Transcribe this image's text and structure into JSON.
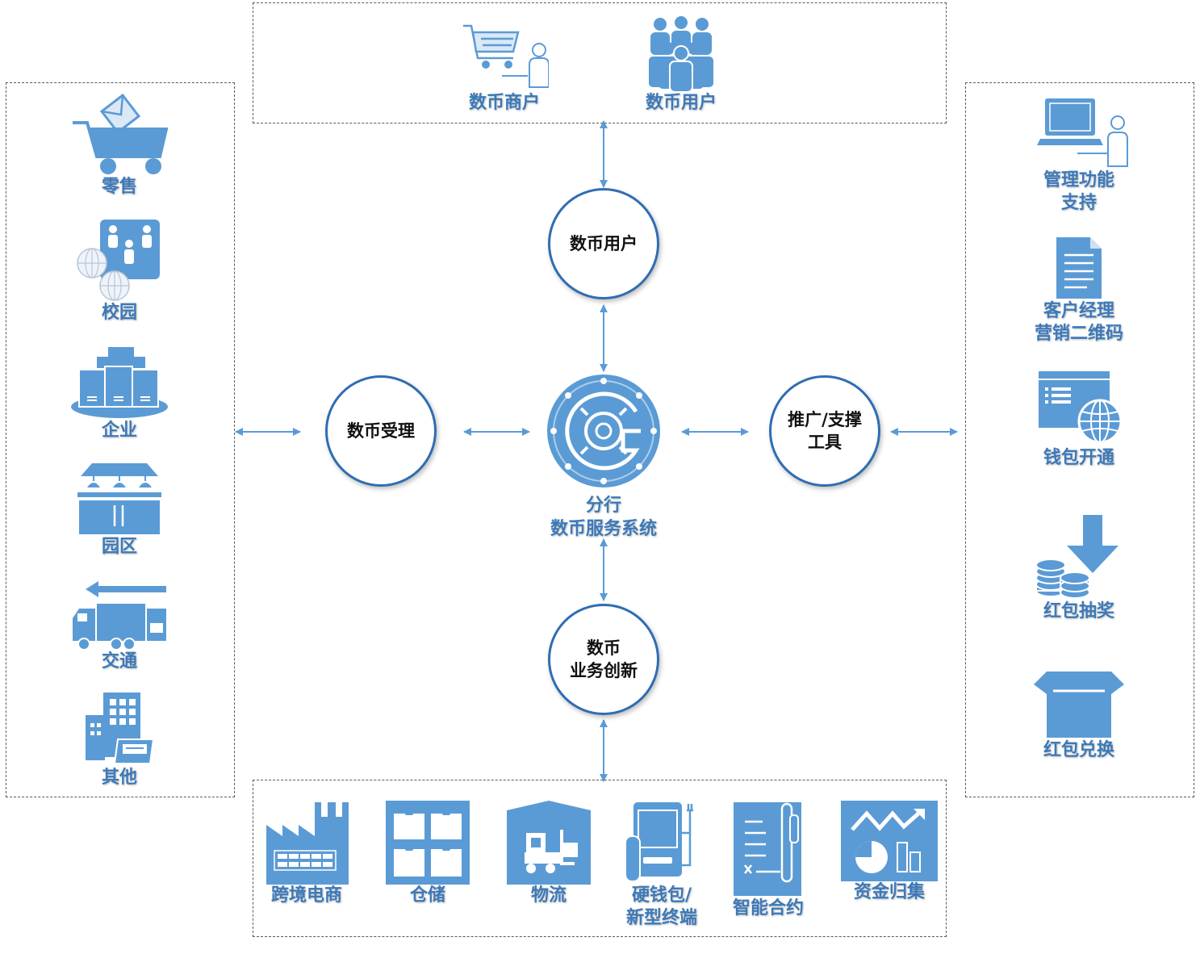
{
  "top": {
    "merchant": "数币商户",
    "users": "数币用户"
  },
  "left": {
    "items": [
      "零售",
      "校园",
      "企业",
      "园区",
      "交通",
      "其他"
    ]
  },
  "right": {
    "items": [
      [
        "管理功能",
        "支持"
      ],
      [
        "客户经理",
        "营销二维码"
      ],
      [
        "钱包开通"
      ],
      [
        "红包抽奖"
      ],
      [
        "红包兑换"
      ]
    ]
  },
  "bottom": {
    "items": [
      [
        "跨境电商"
      ],
      [
        "仓储"
      ],
      [
        "物流"
      ],
      [
        "硬钱包/",
        "新型终端"
      ],
      [
        "智能合约"
      ],
      [
        "资金归集"
      ]
    ]
  },
  "center": {
    "line1": "分行",
    "line2": "数币服务系统"
  },
  "nodes": {
    "user": "数币用户",
    "accept": "数币受理",
    "promo": "推广/支撑\n工具",
    "innovation": "数币\n业务创新"
  },
  "colors": {
    "icon": "#5b9bd5",
    "node_border": "#2f6db3",
    "label": "#3d79b8"
  }
}
